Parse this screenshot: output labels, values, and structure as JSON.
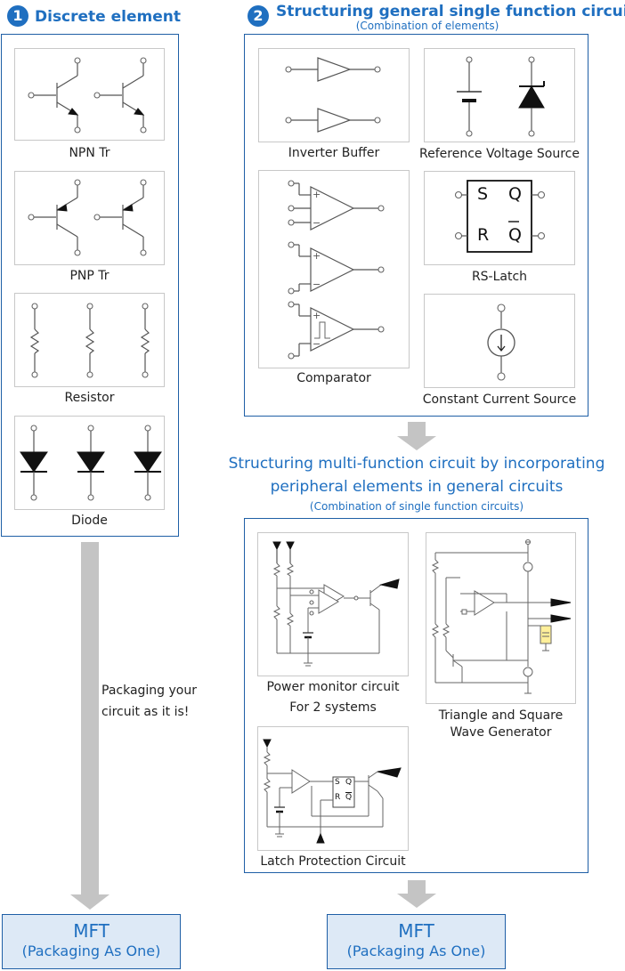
{
  "section1": {
    "badge": "1",
    "heading": "Discrete element",
    "items": [
      {
        "label": "NPN Tr"
      },
      {
        "label": "PNP Tr"
      },
      {
        "label": "Resistor"
      },
      {
        "label": "Diode"
      }
    ]
  },
  "section2": {
    "badge": "2",
    "heading": "Structuring general single function circuit",
    "subheading": "(Combination of elements)",
    "items": [
      {
        "label": "Inverter Buffer"
      },
      {
        "label": "Reference Voltage Source"
      },
      {
        "label": "Comparator"
      },
      {
        "label": "RS-Latch"
      },
      {
        "label": "Constant Current Source"
      }
    ],
    "latch": {
      "s": "S",
      "q": "Q",
      "r": "R",
      "qbar": "Q"
    }
  },
  "section3": {
    "heading_line1": "Structuring multi-function circuit by incorporating",
    "heading_line2": "peripheral elements in general circuits",
    "subheading": "(Combination of single function circuits)",
    "items": [
      {
        "label_line1": "Power monitor circuit",
        "label_line2": "For 2 systems"
      },
      {
        "label_line1": "Triangle and Square",
        "label_line2": "Wave Generator"
      },
      {
        "label_line1": "Latch Protection Circuit",
        "label_line2": ""
      }
    ],
    "mini_latch": {
      "s": "S",
      "q": "Q",
      "r": "R",
      "qbar": "Q"
    }
  },
  "side_note": {
    "line1": "Packaging your",
    "line2": "circuit as it is!"
  },
  "mft_left": {
    "title": "MFT",
    "subtitle": "(Packaging As One)"
  },
  "mft_right": {
    "title": "MFT",
    "subtitle": "(Packaging As One)"
  },
  "colors": {
    "accent": "#1f6fc0",
    "frame": "#1f5fa6",
    "mft_fill": "#dde9f6",
    "arrow": "#c4c4c4"
  }
}
